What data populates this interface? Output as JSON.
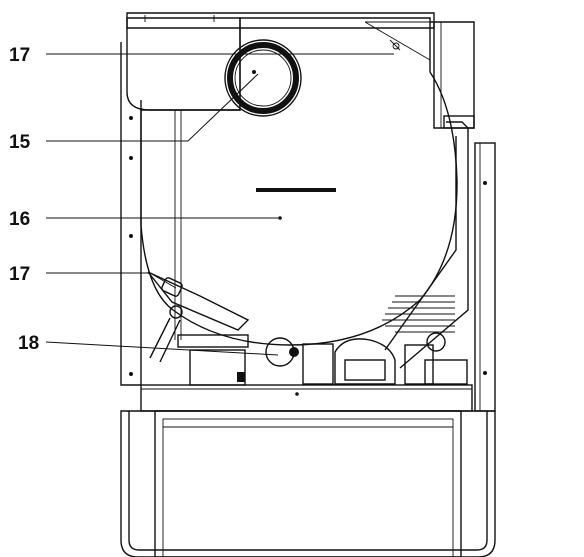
{
  "callouts": [
    {
      "id": "c1",
      "text": "17"
    },
    {
      "id": "c2",
      "text": "15"
    },
    {
      "id": "c3",
      "text": "16"
    },
    {
      "id": "c4",
      "text": "17"
    },
    {
      "id": "c5",
      "text": "18"
    }
  ]
}
